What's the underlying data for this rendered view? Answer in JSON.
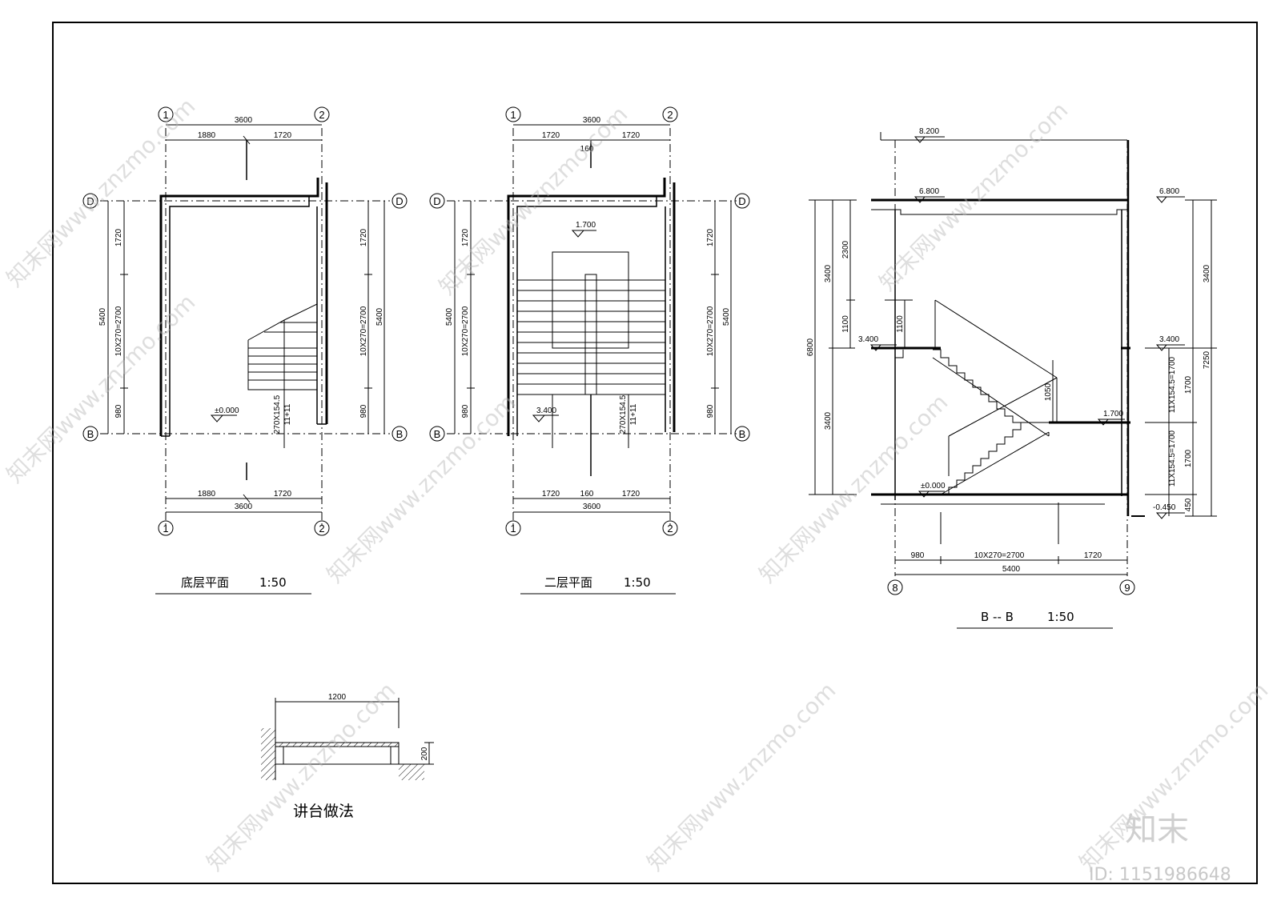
{
  "views": {
    "ground_plan": {
      "title": "底层平面",
      "scale": "1:50",
      "axes": {
        "left_bottom": "1",
        "right_bottom": "2",
        "left_top": "1",
        "right_top": "2",
        "row_top": "D",
        "row_bottom": "B"
      },
      "dims_top": {
        "total": "3600",
        "left": "1880",
        "right": "1720"
      },
      "dims_bottom": {
        "total": "3600",
        "left": "1880",
        "right": "1720"
      },
      "dims_side": {
        "total": "5400",
        "upper": "1720",
        "middle": "10X270=2700",
        "lower": "980"
      },
      "level": "±0.000",
      "stair_note_a": "270X154.5",
      "stair_note_b": "11+11"
    },
    "second_plan": {
      "title": "二层平面",
      "scale": "1:50",
      "axes": {
        "left": "1",
        "right": "2",
        "row_top": "D",
        "row_bottom": "B"
      },
      "dims_top": {
        "total": "3600",
        "left": "1720",
        "mid": "160",
        "right": "1720"
      },
      "dims_bottom": {
        "total": "3600",
        "left": "1720",
        "mid": "160",
        "right": "1720"
      },
      "dims_side": {
        "total": "5400",
        "upper": "1720",
        "middle": "10X270=2700",
        "lower": "980"
      },
      "level_landing": "1.700",
      "level_floor": "3.400",
      "stair_note_a": "270X154.5",
      "stair_note_b": "11+11"
    },
    "section": {
      "title": "B -- B",
      "scale": "1:50",
      "axes": {
        "left": "8",
        "right": "9"
      },
      "levels": {
        "roof": "8.200",
        "top": "6.800",
        "top_right": "6.800",
        "mid": "3.400",
        "mid_right": "3.400",
        "landing": "1.700",
        "ground": "±0.000",
        "outside": "-0.450"
      },
      "dims_left": {
        "total": "6800",
        "a": "3400",
        "b": "3400",
        "c": "2300",
        "d": "1100",
        "e": "1100"
      },
      "dims_right": {
        "total": "7250",
        "a": "3400",
        "b": "1700",
        "c": "1700",
        "d": "450",
        "flight_a": "11X154.5=1700",
        "flight_b": "11X154.5=1700"
      },
      "dim_1050": "1050",
      "dims_bottom": {
        "total": "5400",
        "a": "980",
        "b": "10X270=2700",
        "c": "1720"
      }
    },
    "podium": {
      "title": "讲台做法",
      "width": "1200",
      "height": "200"
    }
  },
  "branding": {
    "logo": "知末",
    "id_label": "ID: 1151986648",
    "watermark": "知末网www.znzmo.com"
  }
}
